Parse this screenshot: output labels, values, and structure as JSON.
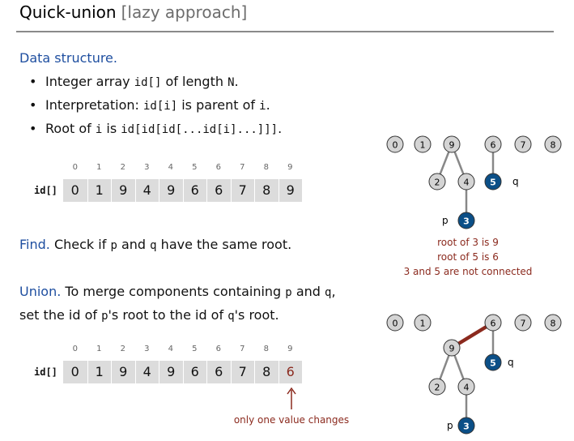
{
  "title": "Quick-union",
  "subtitle": "[lazy approach]",
  "data_structure": {
    "heading": "Data structure.",
    "bullet1": {
      "pre": "Integer array ",
      "code": "id[]",
      "mid": " of length ",
      "code2": "N",
      "post": "."
    },
    "bullet2": {
      "pre": "Interpretation:  ",
      "code": "id[i]",
      "mid": " is parent of ",
      "code2": "i",
      "post": "."
    },
    "bullet3": {
      "pre": "Root of ",
      "code": "i",
      "mid": " is ",
      "code2": "id[id[id[...id[i]...]]]",
      "post": "."
    }
  },
  "array_label": "id[]",
  "indices": [
    "0",
    "1",
    "2",
    "3",
    "4",
    "5",
    "6",
    "7",
    "8",
    "9"
  ],
  "array_before": [
    "0",
    "1",
    "9",
    "4",
    "9",
    "6",
    "6",
    "7",
    "8",
    "9"
  ],
  "array_after": [
    "0",
    "1",
    "9",
    "4",
    "9",
    "6",
    "6",
    "7",
    "8",
    "6"
  ],
  "find": {
    "heading": "Find.",
    "pre": "  Check if ",
    "p": "p",
    "mid": " and ",
    "q": "q",
    "post": " have the same root."
  },
  "union": {
    "heading": "Union.",
    "line1_pre": "  To merge components containing ",
    "p": "p",
    "line1_mid": " and ",
    "q": "q",
    "line1_post": ",",
    "line2_pre": "set the id of ",
    "p2": "p",
    "line2_mid": "'s root to the id of ",
    "q2": "q",
    "line2_post": "'s root."
  },
  "find_notes": [
    "root of 3 is 9",
    "root of 5 is 6",
    "3 and 5 are not connected"
  ],
  "union_note": "only one value changes",
  "tree_labels": {
    "p": "p",
    "q": "q"
  },
  "colors": {
    "heading": "#1f4fa0",
    "accent": "#8b2a1e",
    "highlight_node": "#0b4f87",
    "node_fill": "#d4d4d4"
  }
}
